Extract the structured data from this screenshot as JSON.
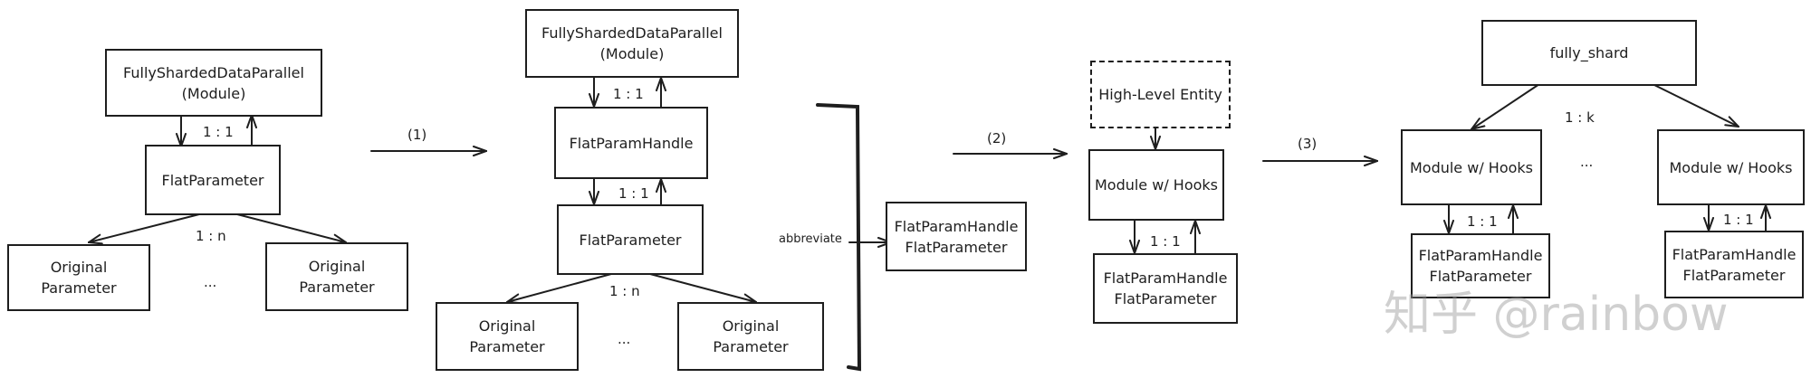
{
  "panel1": {
    "top_box": "FullyShardedDataParallel\n(Module)",
    "ratio_top": "1 : 1",
    "flat_parameter": "FlatParameter",
    "ratio_bottom": "1 : n",
    "original_left": "Original\nParameter",
    "ellipsis": "...",
    "original_right": "Original\nParameter"
  },
  "step1": {
    "label": "(1)"
  },
  "panel2": {
    "top_box": "FullyShardedDataParallel\n(Module)",
    "ratio_top": "1 : 1",
    "handle": "FlatParamHandle",
    "ratio_mid": "1 : 1",
    "flat_parameter": "FlatParameter",
    "ratio_bottom": "1 : n",
    "original_left": "Original\nParameter",
    "ellipsis": "...",
    "original_right": "Original\nParameter",
    "abbreviate": "abbreviate",
    "abbrev_box": "FlatParamHandle\nFlatParameter"
  },
  "step2": {
    "label": "(2)"
  },
  "panel3": {
    "entity": "High-Level Entity",
    "module": "Module w/ Hooks",
    "ratio": "1 : 1",
    "handle_box": "FlatParamHandle\nFlatParameter"
  },
  "step3": {
    "label": "(3)"
  },
  "panel4": {
    "top_box": "fully_shard",
    "ratio_top": "1 : k",
    "module_left": "Module w/ Hooks",
    "ellipsis": "...",
    "module_right": "Module w/ Hooks",
    "ratio_left": "1 : 1",
    "ratio_right": "1 : 1",
    "handle_left": "FlatParamHandle\nFlatParameter",
    "handle_right": "FlatParamHandle\nFlatParameter"
  },
  "watermark": "知乎 @rainbow",
  "colors": {
    "ink": "#1e1e1e",
    "background": "#ffffff",
    "watermark": "#969696"
  }
}
